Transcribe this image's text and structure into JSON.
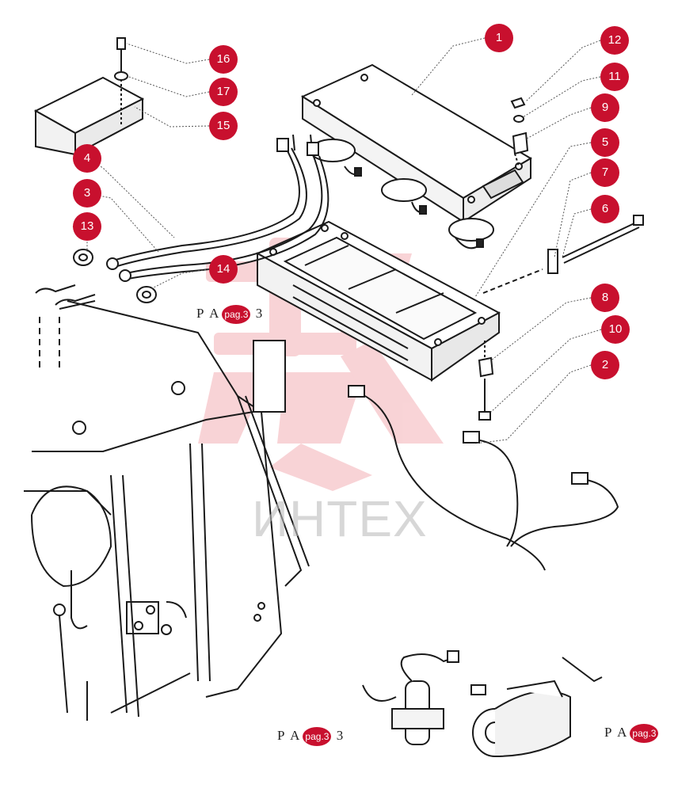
{
  "callouts": [
    {
      "id": "c1",
      "label": "1"
    },
    {
      "id": "c12",
      "label": "12"
    },
    {
      "id": "c11",
      "label": "11"
    },
    {
      "id": "c9",
      "label": "9"
    },
    {
      "id": "c5",
      "label": "5"
    },
    {
      "id": "c7",
      "label": "7"
    },
    {
      "id": "c6",
      "label": "6"
    },
    {
      "id": "c8",
      "label": "8"
    },
    {
      "id": "c10",
      "label": "10"
    },
    {
      "id": "c2",
      "label": "2"
    },
    {
      "id": "c16",
      "label": "16"
    },
    {
      "id": "c17",
      "label": "17"
    },
    {
      "id": "c15",
      "label": "15"
    },
    {
      "id": "c4",
      "label": "4"
    },
    {
      "id": "c3",
      "label": "3"
    },
    {
      "id": "c13",
      "label": "13"
    },
    {
      "id": "c14",
      "label": "14"
    }
  ],
  "page_refs": [
    {
      "prefix": "P A",
      "badge": "pag.3",
      "suffix": "3"
    },
    {
      "prefix": "P A",
      "badge": "pag.3",
      "suffix": "3"
    },
    {
      "prefix": "P A",
      "badge": "pag.3",
      "suffix": ""
    }
  ],
  "watermark": {
    "text": "ИНТЕХ",
    "color": "#e23a4b"
  },
  "colors": {
    "callout": "#c8102e",
    "line": "#1a1a1a"
  }
}
